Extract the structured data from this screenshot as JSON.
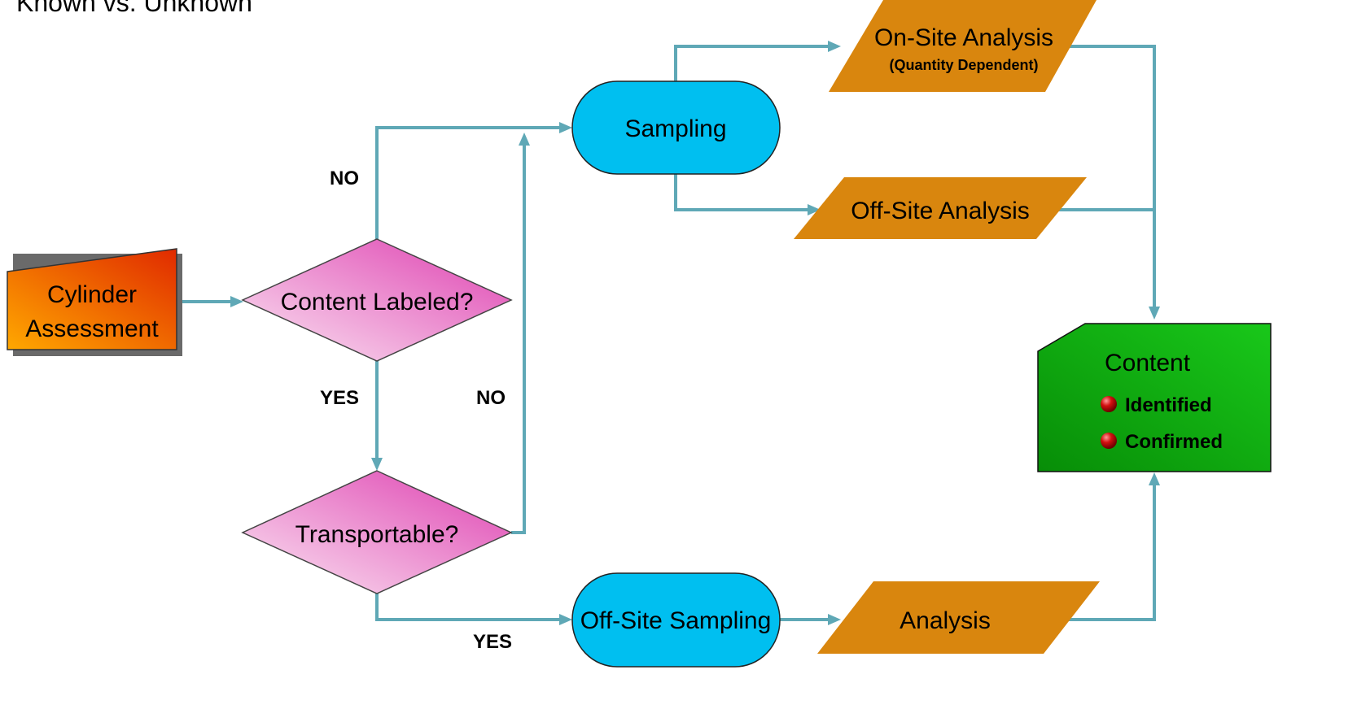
{
  "title": "Known vs. Unknown",
  "nodes": {
    "cylinder_assessment": {
      "line1": "Cylinder",
      "line2": "Assessment"
    },
    "content_labeled": "Content Labeled?",
    "transportable": "Transportable?",
    "sampling": "Sampling",
    "onsite_analysis": {
      "line1": "On-Site Analysis",
      "line2": "(Quantity Dependent)"
    },
    "offsite_analysis": "Off-Site Analysis",
    "offsite_sampling": "Off-Site Sampling",
    "analysis": "Analysis",
    "content": {
      "title": "Content",
      "bullets": [
        "Identified",
        "Confirmed"
      ]
    }
  },
  "edge_labels": {
    "labeled_no": "NO",
    "labeled_yes": "YES",
    "transportable_no": "NO",
    "transportable_yes": "YES"
  },
  "colors": {
    "connector": "#5fa8b6",
    "decision": "#e86ec0",
    "process": "#00bff0",
    "data": "#d9860e",
    "result": "#0aa80a",
    "start": "#f59a0a",
    "bullet": "#d41010"
  }
}
